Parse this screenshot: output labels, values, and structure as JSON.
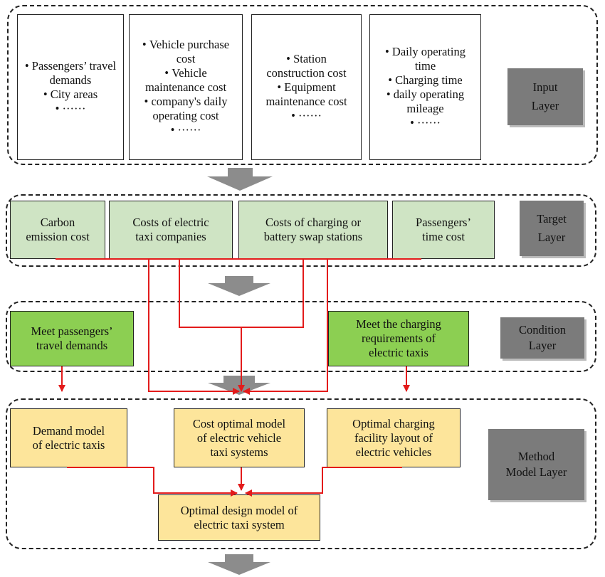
{
  "input_layer": {
    "label_lines": [
      "Input",
      "Layer"
    ],
    "boxes": [
      {
        "items": [
          "Passengers’ travel demands",
          "City areas",
          "······"
        ]
      },
      {
        "items": [
          "Vehicle purchase cost",
          "Vehicle maintenance cost",
          "company's daily operating cost",
          "······"
        ]
      },
      {
        "items": [
          "Station construction cost",
          "Equipment maintenance cost",
          "······"
        ]
      },
      {
        "items": [
          "Daily operating time",
          "Charging time",
          "daily operating mileage",
          "······"
        ]
      }
    ]
  },
  "target_layer": {
    "label_lines": [
      "Target",
      "Layer"
    ],
    "boxes": [
      {
        "lines": [
          "Carbon",
          "emission cost"
        ]
      },
      {
        "lines": [
          "Costs of electric",
          "taxi companies"
        ]
      },
      {
        "lines": [
          "Costs of charging or",
          "battery swap stations"
        ]
      },
      {
        "lines": [
          "Passengers’",
          "time cost"
        ]
      }
    ]
  },
  "condition_layer": {
    "label_lines": [
      "Condition",
      "Layer"
    ],
    "boxes": [
      {
        "lines": [
          "Meet passengers’",
          "travel demands"
        ]
      },
      {
        "lines": [
          "Meet the charging",
          "requirements of",
          "electric taxis"
        ]
      }
    ]
  },
  "method_layer": {
    "label_lines": [
      "Method",
      "Model Layer"
    ],
    "boxes": [
      {
        "lines": [
          "Demand model",
          "of electric taxis"
        ]
      },
      {
        "lines": [
          "Cost optimal model",
          "of electric vehicle",
          "taxi systems"
        ]
      },
      {
        "lines": [
          "Optimal charging",
          "facility layout of",
          "electric vehicles"
        ]
      },
      {
        "lines": [
          "Optimal design model of",
          "electric taxi system"
        ]
      }
    ]
  },
  "colors": {
    "connector": "#e31b1b",
    "flow_arrow": "#8c8c8c",
    "label_fill": "#7b7b7b",
    "target_fill": "#cfe4c4",
    "condition_fill": "#8ccf52",
    "method_fill": "#fde59b"
  }
}
